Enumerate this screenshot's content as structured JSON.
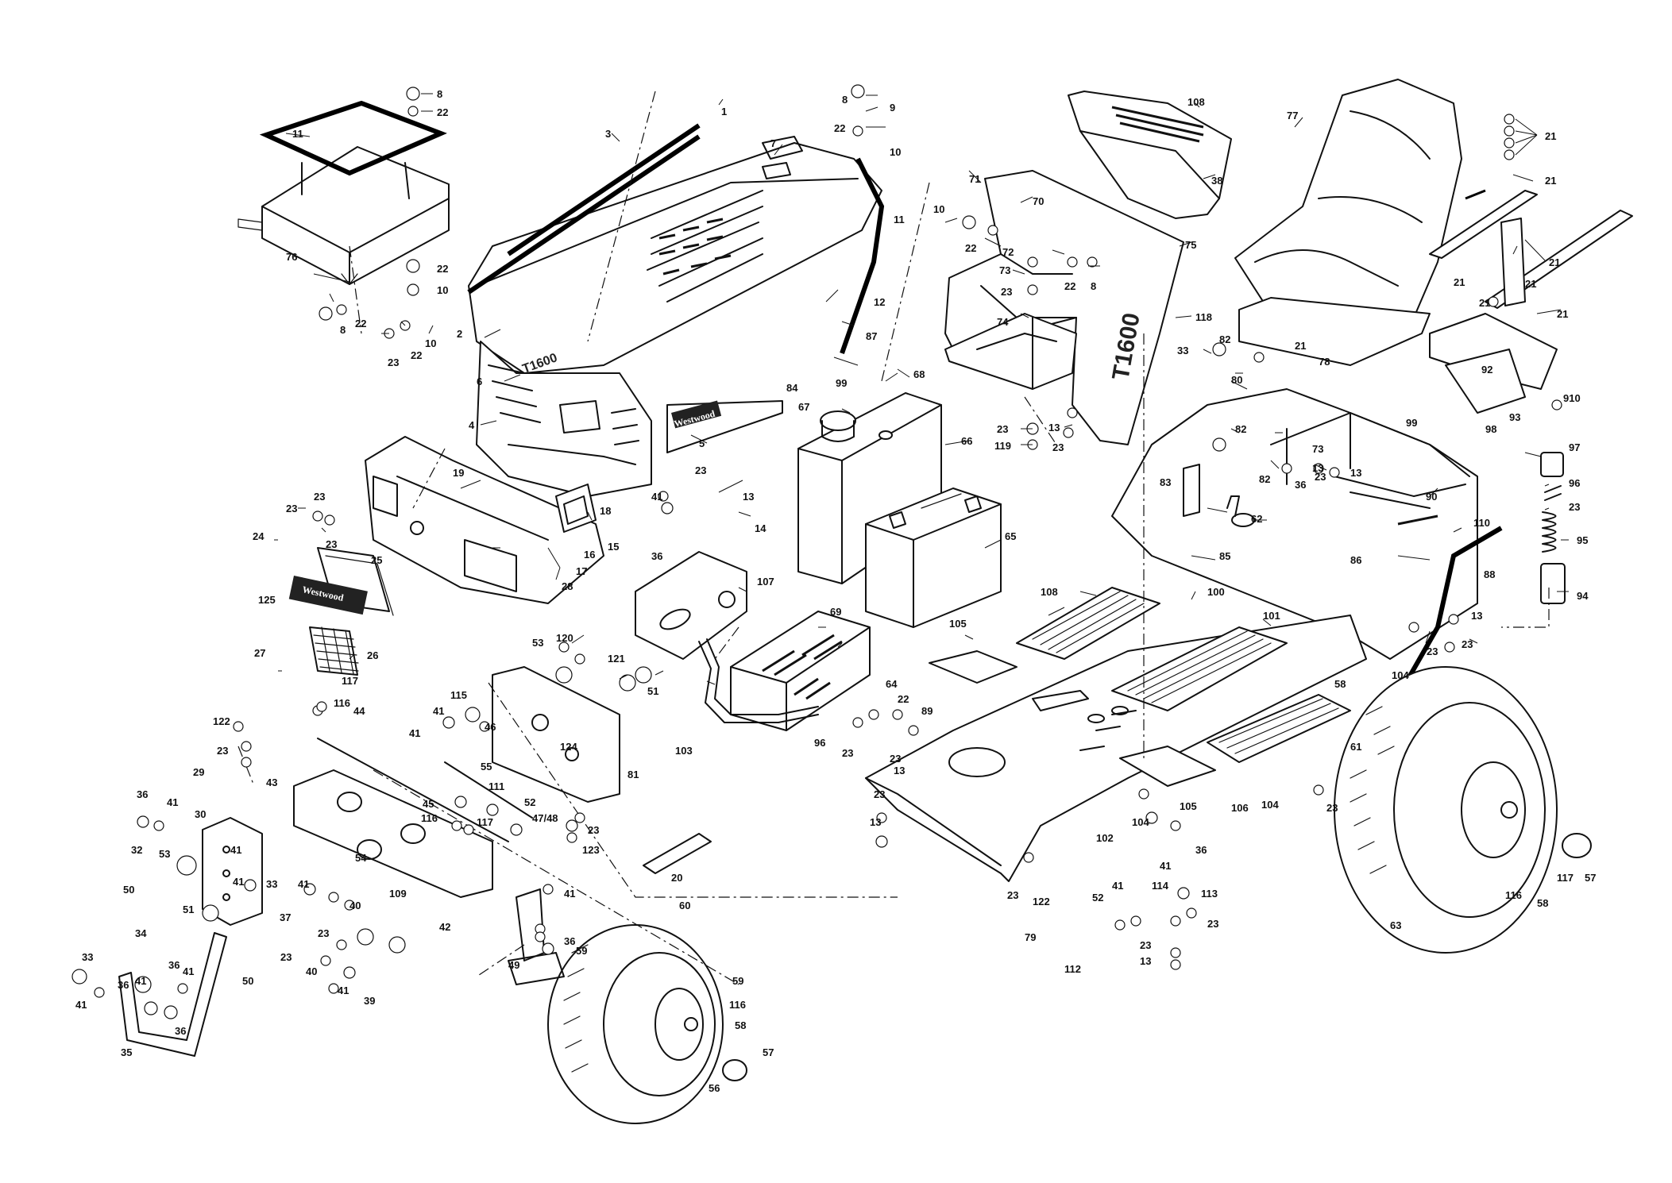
{
  "diagram": {
    "brand_text": "Westwood",
    "model_text": "T1600",
    "callouts": [
      {
        "id": "c8a",
        "label": "8"
      },
      {
        "id": "c22a",
        "label": "22"
      },
      {
        "id": "c11a",
        "label": "11"
      },
      {
        "id": "c3",
        "label": "3"
      },
      {
        "id": "c1",
        "label": "1"
      },
      {
        "id": "c7",
        "label": "7"
      },
      {
        "id": "c8b",
        "label": "8"
      },
      {
        "id": "c9",
        "label": "9"
      },
      {
        "id": "c22b",
        "label": "22"
      },
      {
        "id": "c10a",
        "label": "10"
      },
      {
        "id": "c11b",
        "label": "11"
      },
      {
        "id": "c108a",
        "label": "108"
      },
      {
        "id": "c77",
        "label": "77"
      },
      {
        "id": "c21a",
        "label": "21"
      },
      {
        "id": "c21b",
        "label": "21"
      },
      {
        "id": "c21c",
        "label": "21"
      },
      {
        "id": "c21d",
        "label": "21"
      },
      {
        "id": "c21e",
        "label": "21"
      },
      {
        "id": "c21f",
        "label": "21"
      },
      {
        "id": "c21g",
        "label": "21"
      },
      {
        "id": "c21h",
        "label": "21"
      },
      {
        "id": "c38",
        "label": "38"
      },
      {
        "id": "c71",
        "label": "71"
      },
      {
        "id": "c70",
        "label": "70"
      },
      {
        "id": "c10b",
        "label": "10"
      },
      {
        "id": "c22c",
        "label": "22"
      },
      {
        "id": "c72",
        "label": "72"
      },
      {
        "id": "c75",
        "label": "75"
      },
      {
        "id": "c73a",
        "label": "73"
      },
      {
        "id": "c22d",
        "label": "22"
      },
      {
        "id": "c8c",
        "label": "8"
      },
      {
        "id": "c23a",
        "label": "23"
      },
      {
        "id": "c74",
        "label": "74"
      },
      {
        "id": "c118a",
        "label": "118"
      },
      {
        "id": "c33a",
        "label": "33"
      },
      {
        "id": "c82a",
        "label": "82"
      },
      {
        "id": "c78",
        "label": "78"
      },
      {
        "id": "c92",
        "label": "92"
      },
      {
        "id": "c910",
        "label": "910"
      },
      {
        "id": "c93",
        "label": "93"
      },
      {
        "id": "c98",
        "label": "98"
      },
      {
        "id": "c76",
        "label": "76"
      },
      {
        "id": "c22e",
        "label": "22"
      },
      {
        "id": "c10c",
        "label": "10"
      },
      {
        "id": "c8d",
        "label": "8"
      },
      {
        "id": "c22f",
        "label": "22"
      },
      {
        "id": "c23b",
        "label": "23"
      },
      {
        "id": "c22g",
        "label": "22"
      },
      {
        "id": "c10d",
        "label": "10"
      },
      {
        "id": "c2",
        "label": "2"
      },
      {
        "id": "c12",
        "label": "12"
      },
      {
        "id": "c87",
        "label": "87"
      },
      {
        "id": "c6",
        "label": "6"
      },
      {
        "id": "c84",
        "label": "84"
      },
      {
        "id": "c99a",
        "label": "99"
      },
      {
        "id": "c68",
        "label": "68"
      },
      {
        "id": "c80",
        "label": "80"
      },
      {
        "id": "c4",
        "label": "4"
      },
      {
        "id": "c5",
        "label": "5"
      },
      {
        "id": "c67",
        "label": "67"
      },
      {
        "id": "c66",
        "label": "66"
      },
      {
        "id": "c23c",
        "label": "23"
      },
      {
        "id": "c119",
        "label": "119"
      },
      {
        "id": "c13a",
        "label": "13"
      },
      {
        "id": "c23d",
        "label": "23"
      },
      {
        "id": "c82b",
        "label": "82"
      },
      {
        "id": "c99b",
        "label": "99"
      },
      {
        "id": "c97",
        "label": "97"
      },
      {
        "id": "c82c",
        "label": "82"
      },
      {
        "id": "c73b",
        "label": "73"
      },
      {
        "id": "c13b",
        "label": "13"
      },
      {
        "id": "c13c",
        "label": "13"
      },
      {
        "id": "c96",
        "label": "96"
      },
      {
        "id": "c36a",
        "label": "36"
      },
      {
        "id": "c23e",
        "label": "23"
      },
      {
        "id": "c23f",
        "label": "23"
      },
      {
        "id": "c90",
        "label": "90"
      },
      {
        "id": "c83",
        "label": "83"
      },
      {
        "id": "c62",
        "label": "62"
      },
      {
        "id": "c110",
        "label": "110"
      },
      {
        "id": "c95",
        "label": "95"
      },
      {
        "id": "c86",
        "label": "86"
      },
      {
        "id": "c88",
        "label": "88"
      },
      {
        "id": "c94",
        "label": "94"
      },
      {
        "id": "c19",
        "label": "19"
      },
      {
        "id": "c23g",
        "label": "23"
      },
      {
        "id": "c13d",
        "label": "13"
      },
      {
        "id": "c14",
        "label": "14"
      },
      {
        "id": "c65",
        "label": "65"
      },
      {
        "id": "c85",
        "label": "85"
      },
      {
        "id": "c23h",
        "label": "23"
      },
      {
        "id": "c23i",
        "label": "23"
      },
      {
        "id": "c24",
        "label": "24"
      },
      {
        "id": "c23j",
        "label": "23"
      },
      {
        "id": "c41a",
        "label": "41"
      },
      {
        "id": "c18",
        "label": "18"
      },
      {
        "id": "c15",
        "label": "15"
      },
      {
        "id": "c16",
        "label": "16"
      },
      {
        "id": "c17",
        "label": "17"
      },
      {
        "id": "c36b",
        "label": "36"
      },
      {
        "id": "c28",
        "label": "28"
      },
      {
        "id": "c25",
        "label": "25"
      },
      {
        "id": "c125",
        "label": "125"
      },
      {
        "id": "c107",
        "label": "107"
      },
      {
        "id": "c108b",
        "label": "108"
      },
      {
        "id": "c100",
        "label": "100"
      },
      {
        "id": "c101",
        "label": "101"
      },
      {
        "id": "c13e",
        "label": "13"
      },
      {
        "id": "c23k",
        "label": "23"
      },
      {
        "id": "c23l",
        "label": "23"
      },
      {
        "id": "c104a",
        "label": "104"
      },
      {
        "id": "c69",
        "label": "69"
      },
      {
        "id": "c105a",
        "label": "105"
      },
      {
        "id": "c27",
        "label": "27"
      },
      {
        "id": "c26",
        "label": "26"
      },
      {
        "id": "c53a",
        "label": "53"
      },
      {
        "id": "c120",
        "label": "120"
      },
      {
        "id": "c121",
        "label": "121"
      },
      {
        "id": "c51a",
        "label": "51"
      },
      {
        "id": "c117a",
        "label": "117"
      },
      {
        "id": "c64",
        "label": "64"
      },
      {
        "id": "c22h",
        "label": "22"
      },
      {
        "id": "c58a",
        "label": "58"
      },
      {
        "id": "c115",
        "label": "115"
      },
      {
        "id": "c116a",
        "label": "116"
      },
      {
        "id": "c44",
        "label": "44"
      },
      {
        "id": "c89",
        "label": "89"
      },
      {
        "id": "c122a",
        "label": "122"
      },
      {
        "id": "c41b",
        "label": "41"
      },
      {
        "id": "c46",
        "label": "46"
      },
      {
        "id": "c41c",
        "label": "41"
      },
      {
        "id": "c96b",
        "label": "96"
      },
      {
        "id": "c23m",
        "label": "23"
      },
      {
        "id": "c103",
        "label": "103"
      },
      {
        "id": "c124",
        "label": "124"
      },
      {
        "id": "c61",
        "label": "61"
      },
      {
        "id": "c23n",
        "label": "23"
      },
      {
        "id": "c29",
        "label": "29"
      },
      {
        "id": "c55",
        "label": "55"
      },
      {
        "id": "c81",
        "label": "81"
      },
      {
        "id": "c23o",
        "label": "23"
      },
      {
        "id": "c13f",
        "label": "13"
      },
      {
        "id": "c105b",
        "label": "105"
      },
      {
        "id": "c106a",
        "label": "106"
      },
      {
        "id": "c104b",
        "label": "104"
      },
      {
        "id": "c23p",
        "label": "23"
      },
      {
        "id": "c43",
        "label": "43"
      },
      {
        "id": "c45",
        "label": "45"
      },
      {
        "id": "c111",
        "label": "111"
      },
      {
        "id": "c52a",
        "label": "52"
      },
      {
        "id": "c36c",
        "label": "36"
      },
      {
        "id": "c41d",
        "label": "41"
      },
      {
        "id": "c23q",
        "label": "23"
      },
      {
        "id": "c104c",
        "label": "104"
      },
      {
        "id": "c13g",
        "label": "13"
      },
      {
        "id": "c116b",
        "label": "116"
      },
      {
        "id": "c117b",
        "label": "117"
      },
      {
        "id": "c4748",
        "label": "47/48"
      },
      {
        "id": "c23r",
        "label": "23"
      },
      {
        "id": "c102",
        "label": "102"
      },
      {
        "id": "c30",
        "label": "30"
      },
      {
        "id": "c32",
        "label": "32"
      },
      {
        "id": "c123",
        "label": "123"
      },
      {
        "id": "c53b",
        "label": "53"
      },
      {
        "id": "c41e",
        "label": "41"
      },
      {
        "id": "c54",
        "label": "54"
      },
      {
        "id": "c41f",
        "label": "41"
      },
      {
        "id": "c20",
        "label": "20"
      },
      {
        "id": "c36d",
        "label": "36"
      },
      {
        "id": "c41g",
        "label": "41"
      },
      {
        "id": "c113",
        "label": "113"
      },
      {
        "id": "c114",
        "label": "114"
      },
      {
        "id": "c41h",
        "label": "41"
      },
      {
        "id": "c52b",
        "label": "52"
      },
      {
        "id": "c23s",
        "label": "23"
      },
      {
        "id": "c122b",
        "label": "122"
      },
      {
        "id": "c50a",
        "label": "50"
      },
      {
        "id": "c33b",
        "label": "33"
      },
      {
        "id": "c41i",
        "label": "41"
      },
      {
        "id": "c109",
        "label": "109"
      },
      {
        "id": "c42",
        "label": "42"
      },
      {
        "id": "c51b",
        "label": "51"
      },
      {
        "id": "c40a",
        "label": "40"
      },
      {
        "id": "c37",
        "label": "37"
      },
      {
        "id": "c23t",
        "label": "23"
      },
      {
        "id": "c60",
        "label": "60"
      },
      {
        "id": "c41j",
        "label": "41"
      },
      {
        "id": "c23u",
        "label": "23"
      },
      {
        "id": "c63",
        "label": "63"
      },
      {
        "id": "c116c",
        "label": "116"
      },
      {
        "id": "c58b",
        "label": "58"
      },
      {
        "id": "c117c",
        "label": "117"
      },
      {
        "id": "c57a",
        "label": "57"
      },
      {
        "id": "c34",
        "label": "34"
      },
      {
        "id": "c36e",
        "label": "36"
      },
      {
        "id": "c49",
        "label": "49"
      },
      {
        "id": "c59a",
        "label": "59"
      },
      {
        "id": "c79",
        "label": "79"
      },
      {
        "id": "c112",
        "label": "112"
      },
      {
        "id": "c23v",
        "label": "23"
      },
      {
        "id": "c13h",
        "label": "13"
      },
      {
        "id": "c50b",
        "label": "50"
      },
      {
        "id": "c23w",
        "label": "23"
      },
      {
        "id": "c40b",
        "label": "40"
      },
      {
        "id": "c33c",
        "label": "33"
      },
      {
        "id": "c41k",
        "label": "41"
      },
      {
        "id": "c36f",
        "label": "36"
      },
      {
        "id": "c41l",
        "label": "41"
      },
      {
        "id": "c39",
        "label": "39"
      },
      {
        "id": "c41m",
        "label": "41"
      },
      {
        "id": "c41n",
        "label": "41"
      },
      {
        "id": "c36g",
        "label": "36"
      },
      {
        "id": "c59b",
        "label": "59"
      },
      {
        "id": "c116d",
        "label": "116"
      },
      {
        "id": "c58c",
        "label": "58"
      },
      {
        "id": "c35",
        "label": "35"
      },
      {
        "id": "c57b",
        "label": "57"
      },
      {
        "id": "c56",
        "label": "56"
      },
      {
        "id": "c36h",
        "label": "36"
      }
    ]
  }
}
